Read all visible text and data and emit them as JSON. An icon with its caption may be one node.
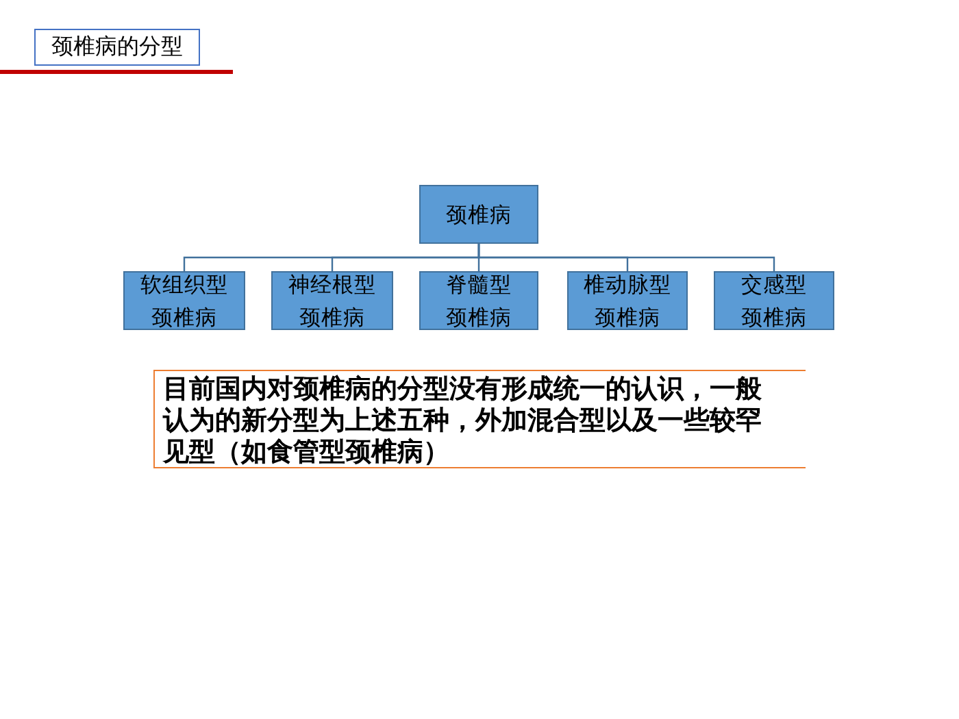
{
  "diagram": {
    "title": "颈椎病的分型",
    "nodes": [
      {
        "text": [
          "颈椎病"
        ]
      },
      {
        "text": [
          "软组织型",
          "颈椎病"
        ]
      },
      {
        "text": [
          "神经根型",
          "颈椎病"
        ]
      },
      {
        "text": [
          "脊髓型",
          "颈椎病"
        ]
      },
      {
        "text": [
          "椎动脉型",
          "颈椎病"
        ]
      },
      {
        "text": [
          "交感型",
          "颈椎病"
        ]
      }
    ],
    "edges": [
      {
        "from": 0,
        "to": 1,
        "arrow": "none"
      },
      {
        "from": 0,
        "to": 2,
        "arrow": "none"
      },
      {
        "from": 0,
        "to": 3,
        "arrow": "none"
      },
      {
        "from": 0,
        "to": 4,
        "arrow": "none"
      },
      {
        "from": 0,
        "to": 5,
        "arrow": "none"
      }
    ],
    "labels": [
      "目前国内对颈椎病的分型没有形成统一的认识，一般认为的新分型为上述五种，外加混合型以及一些较罕见型（如食管型颈椎病）"
    ]
  }
}
